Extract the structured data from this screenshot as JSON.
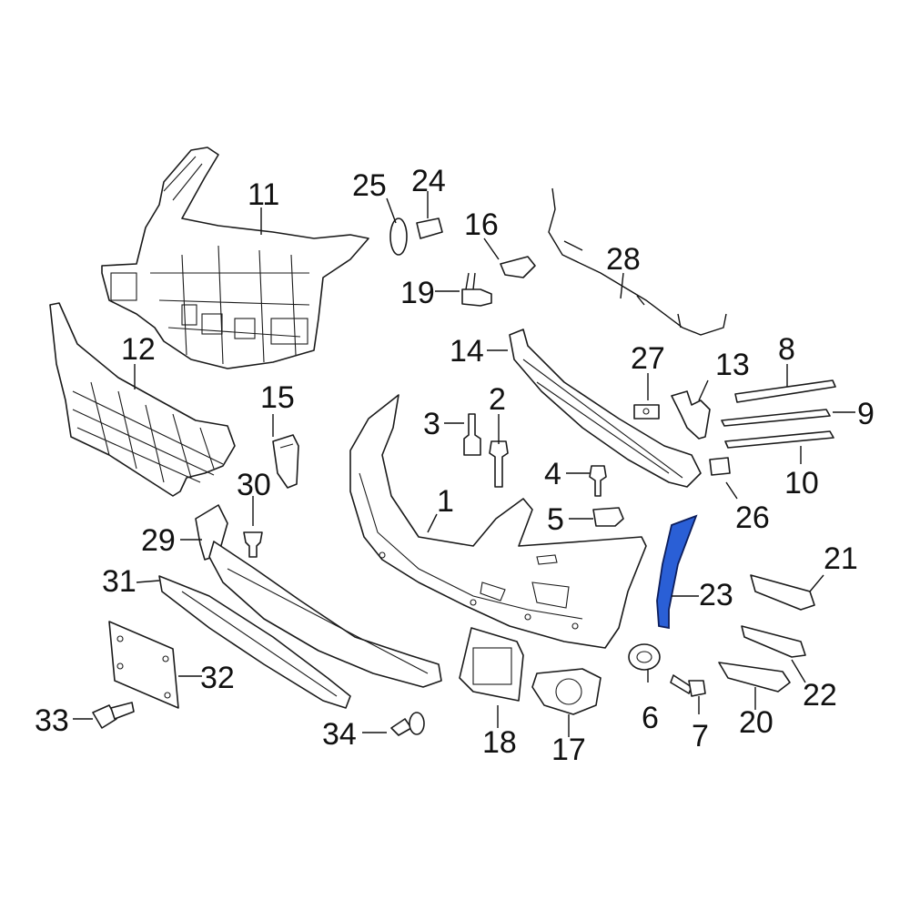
{
  "parts": [
    {
      "id": "p1",
      "label": "1"
    },
    {
      "id": "p2",
      "label": "2"
    },
    {
      "id": "p3",
      "label": "3"
    },
    {
      "id": "p4",
      "label": "4"
    },
    {
      "id": "p5",
      "label": "5"
    },
    {
      "id": "p6",
      "label": "6"
    },
    {
      "id": "p7",
      "label": "7"
    },
    {
      "id": "p8",
      "label": "8"
    },
    {
      "id": "p9",
      "label": "9"
    },
    {
      "id": "p10",
      "label": "10"
    },
    {
      "id": "p11",
      "label": "11"
    },
    {
      "id": "p12",
      "label": "12"
    },
    {
      "id": "p13",
      "label": "13"
    },
    {
      "id": "p14",
      "label": "14"
    },
    {
      "id": "p15",
      "label": "15"
    },
    {
      "id": "p16",
      "label": "16"
    },
    {
      "id": "p17",
      "label": "17"
    },
    {
      "id": "p18",
      "label": "18"
    },
    {
      "id": "p19",
      "label": "19"
    },
    {
      "id": "p20",
      "label": "20"
    },
    {
      "id": "p21",
      "label": "21"
    },
    {
      "id": "p22",
      "label": "22"
    },
    {
      "id": "p23",
      "label": "23",
      "highlighted": true
    },
    {
      "id": "p24",
      "label": "24"
    },
    {
      "id": "p25",
      "label": "25"
    },
    {
      "id": "p26",
      "label": "26"
    },
    {
      "id": "p27",
      "label": "27"
    },
    {
      "id": "p28",
      "label": "28"
    },
    {
      "id": "p29",
      "label": "29"
    },
    {
      "id": "p30",
      "label": "30"
    },
    {
      "id": "p31",
      "label": "31"
    },
    {
      "id": "p32",
      "label": "32"
    },
    {
      "id": "p33",
      "label": "33"
    },
    {
      "id": "p34",
      "label": "34"
    }
  ],
  "colors": {
    "highlight": "#2a5fd6",
    "line": "#1a1a1a",
    "background": "#ffffff"
  }
}
